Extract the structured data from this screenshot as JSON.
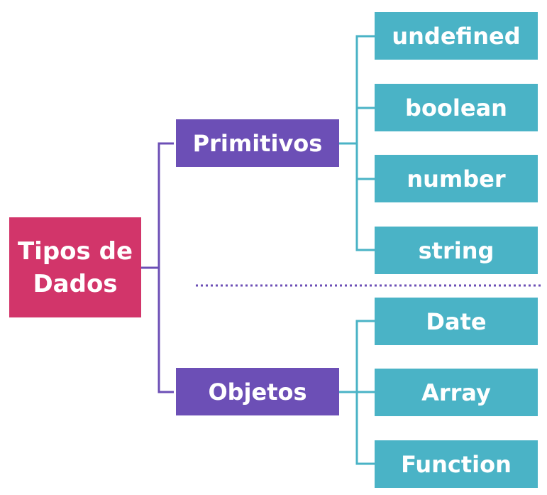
{
  "root": {
    "line1": "Tipos de",
    "line2": "Dados",
    "color": "#d2356a"
  },
  "categories": [
    {
      "label": "Primitivos",
      "color": "#6c4fb6"
    },
    {
      "label": "Objetos",
      "color": "#6c4fb6"
    }
  ],
  "primitives": [
    "undefined",
    "boolean",
    "number",
    "string"
  ],
  "objects": [
    "Date",
    "Array",
    "Function"
  ],
  "colors": {
    "leaf": "#4ab3c6",
    "connector_category": "#6c4fb6",
    "connector_leaf": "#4ab3c6"
  }
}
